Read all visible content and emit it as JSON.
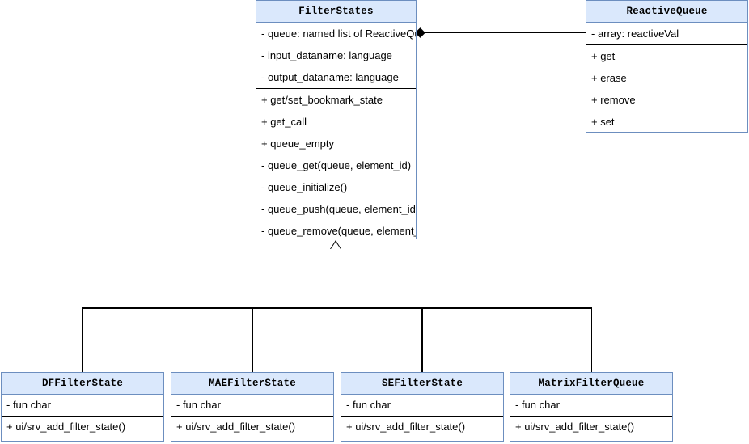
{
  "diagram": {
    "type": "uml-class-diagram",
    "background": "#ffffff",
    "colors": {
      "header_fill": "#dae8fc",
      "header_border": "#6c8ebf",
      "box_border": "#6c8ebf",
      "section_divider": "#000000",
      "connector": "#000000"
    }
  },
  "classes": {
    "filter_states": {
      "name": "FilterStates",
      "attributes": [
        "- queue: named list of ReactiveQueu",
        "- input_dataname: language",
        "- output_dataname: language"
      ],
      "methods": [
        "+ get/set_bookmark_state",
        "+ get_call",
        "+ queue_empty",
        "- queue_get(queue, element_id)",
        "- queue_initialize()",
        "- queue_push(queue, element_id)",
        "- queue_remove(queue, element_id"
      ]
    },
    "reactive_queue": {
      "name": "ReactiveQueue",
      "attributes": [
        "- array: reactiveVal"
      ],
      "methods": [
        "+ get",
        "+ erase",
        "+ remove",
        "+ set"
      ]
    },
    "df_filter_state": {
      "name": "DFFilterState",
      "attributes": [
        "- fun char"
      ],
      "methods": [
        "+ ui/srv_add_filter_state()"
      ]
    },
    "mae_filter_state": {
      "name": "MAEFilterState",
      "attributes": [
        "- fun char"
      ],
      "methods": [
        "+ ui/srv_add_filter_state()"
      ]
    },
    "se_filter_state": {
      "name": "SEFilterState",
      "attributes": [
        "- fun char"
      ],
      "methods": [
        "+ ui/srv_add_filter_state()"
      ]
    },
    "matrix_filter_queue": {
      "name": "MatrixFilterQueue",
      "attributes": [
        "- fun char"
      ],
      "methods": [
        "+ ui/srv_add_filter_state()"
      ]
    }
  },
  "relationships": [
    {
      "id": "composition",
      "kind": "composition",
      "source": "FilterStates",
      "target": "ReactiveQueue",
      "marker": "filled-diamond"
    },
    {
      "id": "generalization",
      "kind": "generalization",
      "target": "FilterStates",
      "marker": "hollow-triangle",
      "sources": [
        "DFFilterState",
        "MAEFilterState",
        "SEFilterState",
        "MatrixFilterQueue"
      ]
    }
  ]
}
